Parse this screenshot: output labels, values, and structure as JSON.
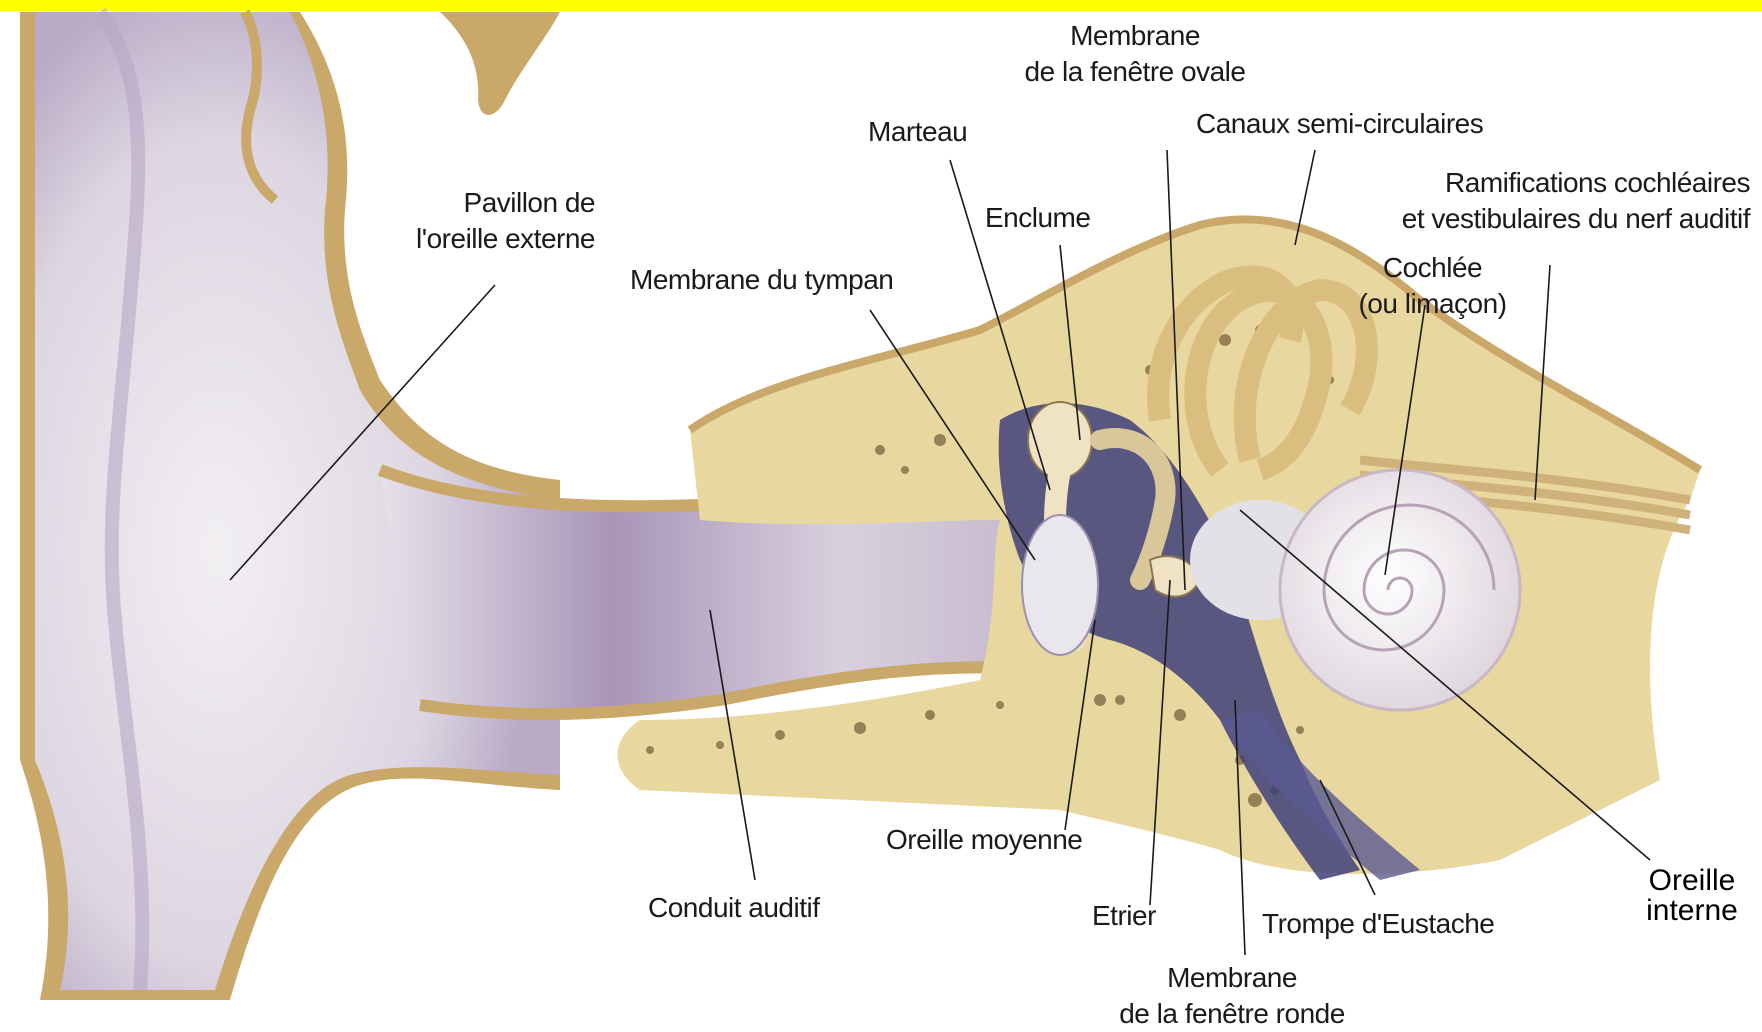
{
  "labels": {
    "fenetre_ovale": "Membrane\nde la fenêtre ovale",
    "marteau": "Marteau",
    "canaux": "Canaux semi-circulaires",
    "ramifications": "Ramifications cochléaires\net vestibulaires du nerf auditif",
    "pavillon": "Pavillon de\nl'oreille externe",
    "enclume": "Enclume",
    "cochlee": "Cochlée\n(ou limaçon)",
    "tympan": "Membrane du tympan",
    "oreille_moyenne": "Oreille moyenne",
    "conduit": "Conduit auditif",
    "etrier": "Etrier",
    "trompe": "Trompe d'Eustache",
    "oreille_interne": "Oreille\ninterne",
    "fenetre_ronde": "Membrane\nde la fenêtre ronde"
  },
  "colors": {
    "banner": "#ffff00",
    "bone": "#c9a86a",
    "cartilage": "#e9e4ea",
    "canal_shadow": "#8a6f9e",
    "cochlea": "#efeaf0",
    "line": "#1a1a1a"
  }
}
